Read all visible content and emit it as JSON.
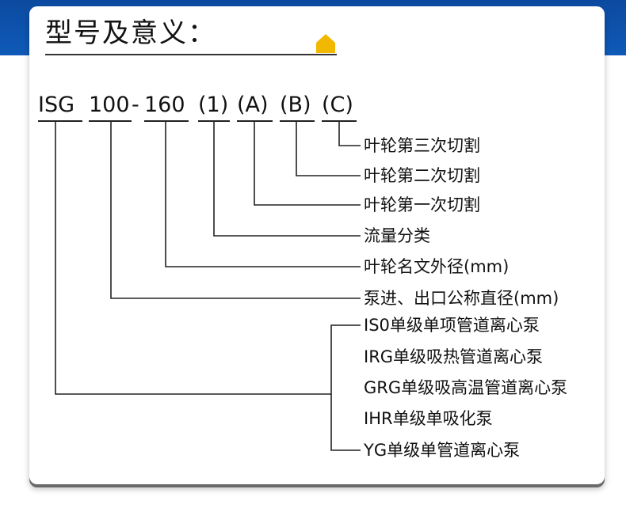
{
  "heading": "型号及意义：",
  "code": {
    "isg": "ISG",
    "flow_bore": "100",
    "dash": "-",
    "impeller_dia": "160",
    "flow_class": "(1)",
    "cut_a": "(A)",
    "cut_b": "(B)",
    "cut_c": "(C)"
  },
  "descriptions": {
    "cut_third": "叶轮第三次切割",
    "cut_second": "叶轮第二次切割",
    "cut_first": "叶轮第一次切割",
    "flow_class": "流量分类",
    "impeller_name": "叶轮名文外径(mm)",
    "inlet_outlet": "泵进、出口公称直径(mm)",
    "types": [
      "IS0单级单项管道离心泵",
      "IRG单级吸热管道离心泵",
      "GRG单级吸高温管道离心泵",
      "IHR单级单吸化泵",
      "YG单级单管道离心泵"
    ]
  },
  "colors": {
    "band": "#0f5ab8",
    "house": "#f2b800"
  }
}
